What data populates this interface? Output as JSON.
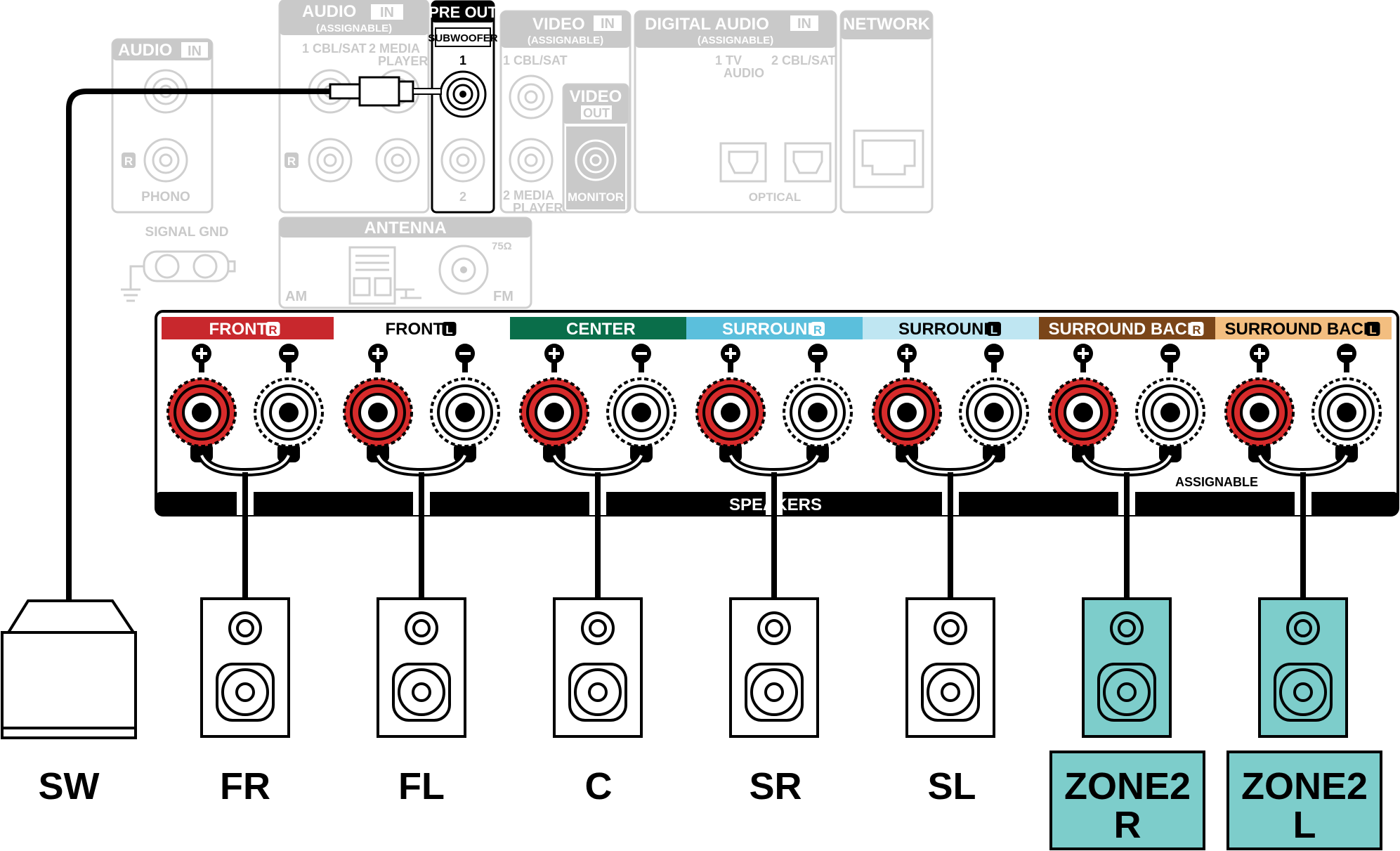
{
  "rear_panel": {
    "audio_in_left": {
      "header": "AUDIO",
      "badge": "IN",
      "r_mark": "R",
      "label": "PHONO"
    },
    "signal_gnd": "SIGNAL GND",
    "audio_in_main": {
      "header": "AUDIO",
      "badge": "IN",
      "sub": "(ASSIGNABLE)",
      "input1": "1 CBL/SAT",
      "input2a": "2  MEDIA",
      "input2b": "PLAYER",
      "r_mark": "R"
    },
    "pre_out": {
      "header": "PRE OUT",
      "sub": "SUBWOOFER",
      "num1": "1",
      "num2": "2"
    },
    "video_in": {
      "header": "VIDEO",
      "badge": "IN",
      "sub": "(ASSIGNABLE)",
      "input1": "1 CBL/SAT",
      "input2a": "2  MEDIA",
      "input2b": "PLAYER"
    },
    "video_out": {
      "header": "VIDEO",
      "badge": "OUT",
      "label": "MONITOR"
    },
    "digital_audio": {
      "header": "DIGITAL AUDIO",
      "badge": "IN",
      "sub": "(ASSIGNABLE)",
      "input1a": "1  TV",
      "input1b": "AUDIO",
      "input2": "2 CBL/SAT",
      "label": "OPTICAL"
    },
    "network": {
      "header": "NETWORK"
    },
    "antenna": {
      "header": "ANTENNA",
      "am": "AM",
      "fm": "FM",
      "ohm": "75Ω"
    }
  },
  "speaker_panel": {
    "channels": [
      {
        "label": "FRONT",
        "side": "R",
        "color": "#c8282d",
        "text_color": "#ffffff"
      },
      {
        "label": "FRONT",
        "side": "L",
        "color": "#ffffff",
        "text_color": "#000000"
      },
      {
        "label": "CENTER",
        "side": "",
        "color": "#0a6e4a",
        "text_color": "#ffffff"
      },
      {
        "label": "SURROUND",
        "side": "R",
        "color": "#5bbfdc",
        "text_color": "#ffffff"
      },
      {
        "label": "SURROUND",
        "side": "L",
        "color": "#bfe6f2",
        "text_color": "#000000"
      },
      {
        "label": "SURROUND BACK",
        "side": "R",
        "color": "#7a4519",
        "text_color": "#ffffff"
      },
      {
        "label": "SURROUND BACK",
        "side": "L",
        "color": "#f3be80",
        "text_color": "#000000"
      }
    ],
    "bottom_label": "SPEAKERS",
    "assignable_label": "ASSIGNABLE"
  },
  "speakers": [
    {
      "label": "SW",
      "type": "subwoofer"
    },
    {
      "label": "FR",
      "type": "speaker"
    },
    {
      "label": "FL",
      "type": "speaker"
    },
    {
      "label": "C",
      "type": "speaker"
    },
    {
      "label": "SR",
      "type": "speaker"
    },
    {
      "label": "SL",
      "type": "speaker"
    },
    {
      "label": "ZONE2",
      "label2": "R",
      "type": "zone-speaker"
    },
    {
      "label": "ZONE2",
      "label2": "L",
      "type": "zone-speaker"
    }
  ],
  "colors": {
    "zone_fill": "#7dcdcb",
    "terminal_red": "#d72b2b",
    "panel_gray": "#c9c9c9"
  }
}
